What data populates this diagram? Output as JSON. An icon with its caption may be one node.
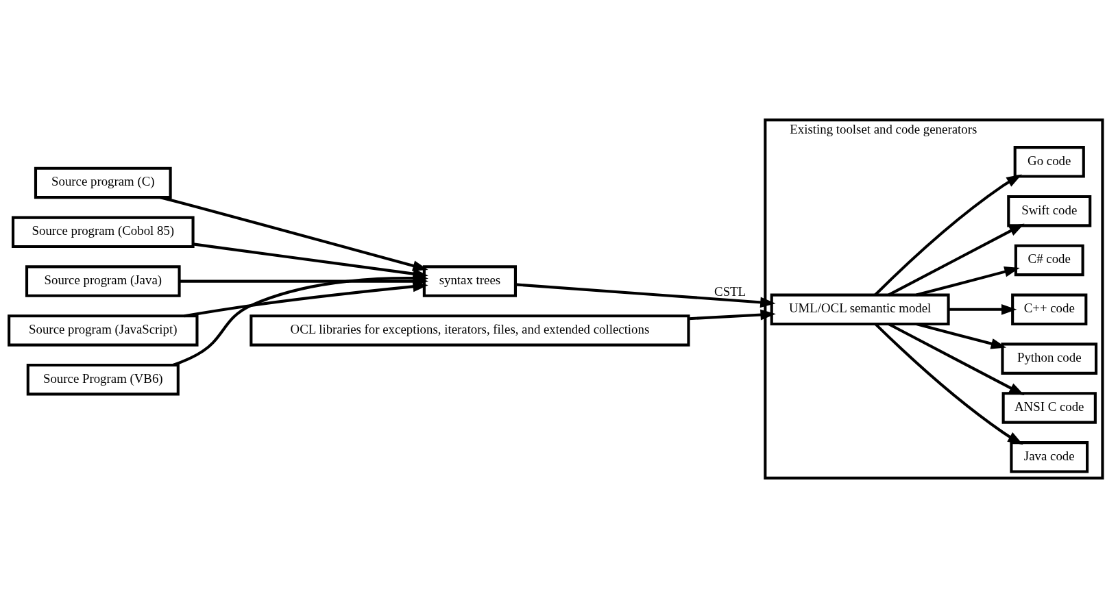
{
  "diagram": {
    "nodes": [
      {
        "text": [
          "Source program (C)"
        ]
      },
      {
        "text": [
          "Source program (Cobol 85)"
        ]
      },
      {
        "text": [
          "Source program (Java)"
        ]
      },
      {
        "text": [
          "syntax trees"
        ]
      },
      {
        "text": [
          "Source program (JavaScript)"
        ]
      },
      {
        "text": [
          "Source Program (VB6)"
        ]
      },
      {
        "text": [
          "OCL libraries for exceptions, iterators, files, and extended collections"
        ]
      },
      {
        "text": [
          "Existing toolset and code generators"
        ]
      },
      {
        "text": [
          "Java code"
        ],
        "in": 7
      },
      {
        "text": [
          "ANSI C code"
        ],
        "in": 7
      },
      {
        "text": [
          "UML/OCL semantic model"
        ],
        "in": 7
      },
      {
        "text": [
          "Python code"
        ],
        "in": 7
      },
      {
        "text": [
          "C++ code"
        ],
        "in": 7
      },
      {
        "text": [
          "C# code"
        ],
        "in": 7
      },
      {
        "text": [
          "Swift code"
        ],
        "in": 7
      },
      {
        "text": [
          "Go code"
        ],
        "in": 7
      }
    ],
    "edges": [
      {
        "from": 0,
        "to": 3,
        "arrow": "to"
      },
      {
        "from": 1,
        "to": 3,
        "arrow": "to"
      },
      {
        "from": 2,
        "to": 3,
        "arrow": "to"
      },
      {
        "from": 4,
        "to": 3,
        "arrow": "to"
      },
      {
        "from": 5,
        "to": 3,
        "arrow": "to"
      },
      {
        "from": 3,
        "to": 10,
        "arrow": "to",
        "label": "CSTL"
      },
      {
        "from": 6,
        "to": 10,
        "arrow": "to"
      },
      {
        "from": 10,
        "to": 8,
        "arrow": "to"
      },
      {
        "from": 10,
        "to": 9,
        "arrow": "to"
      },
      {
        "from": 10,
        "to": 11,
        "arrow": "to"
      },
      {
        "from": 10,
        "to": 12,
        "arrow": "to"
      },
      {
        "from": 10,
        "to": 13,
        "arrow": "to"
      },
      {
        "from": 10,
        "to": 14,
        "arrow": "to"
      },
      {
        "from": 10,
        "to": 15,
        "arrow": "to"
      }
    ]
  }
}
